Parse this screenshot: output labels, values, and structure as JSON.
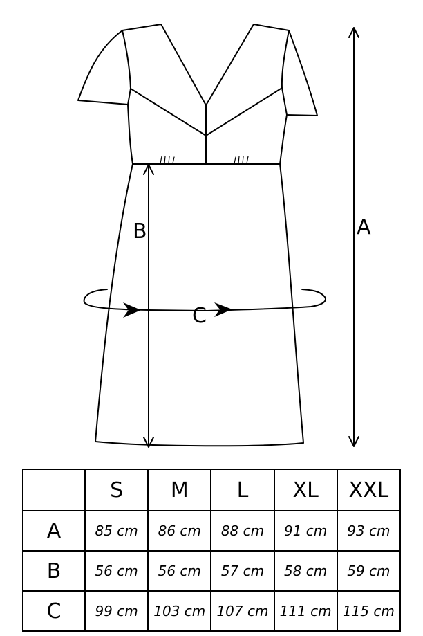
{
  "diagram": {
    "label_a": "A",
    "label_b": "B",
    "label_c": "C"
  },
  "table": {
    "corner": "",
    "sizes": [
      "S",
      "M",
      "L",
      "XL",
      "XXL"
    ],
    "rows": [
      {
        "label": "A",
        "values": [
          "85 cm",
          "86 cm",
          "88 cm",
          "91 cm",
          "93 cm"
        ]
      },
      {
        "label": "B",
        "values": [
          "56 cm",
          "56 cm",
          "57 cm",
          "58 cm",
          "59 cm"
        ]
      },
      {
        "label": "C",
        "values": [
          "99 cm",
          "103 cm",
          "107 cm",
          "111 cm",
          "115 cm"
        ]
      }
    ]
  }
}
